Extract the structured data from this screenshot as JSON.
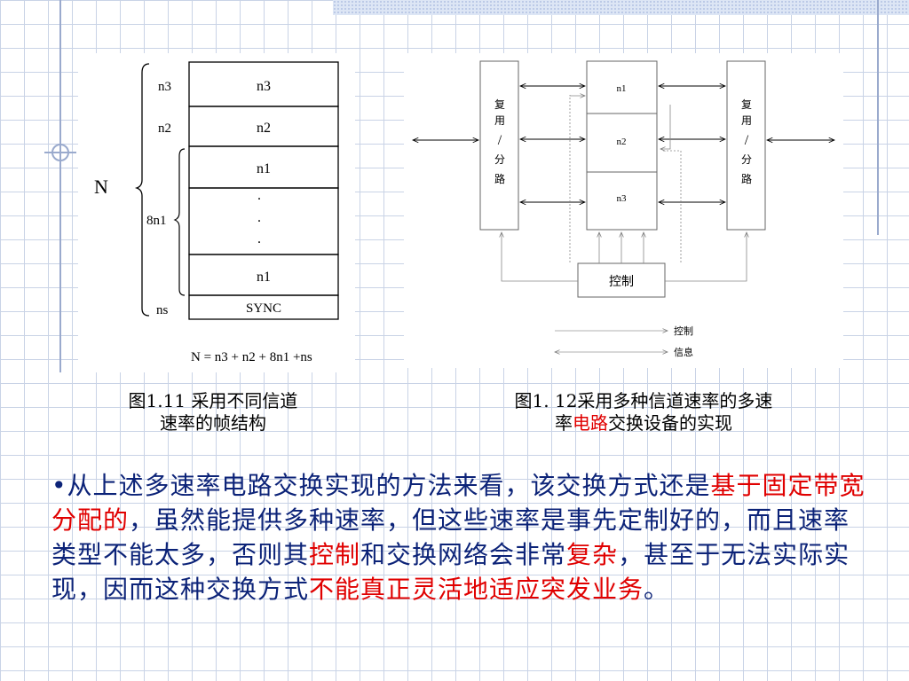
{
  "figure1": {
    "rows": [
      "n3",
      "n2",
      "n1",
      ".",
      ".",
      ".",
      "n1",
      "SYNC"
    ],
    "brace_labels": {
      "n3": "n3",
      "n2": "n2",
      "n1x8": "8n1",
      "ns": "ns",
      "N": "N"
    },
    "formula": "N = n3 + n2 + 8n1 +ns",
    "caption_line1": "图1.11  采用不同信道",
    "caption_line2": "速率的帧结构"
  },
  "figure2": {
    "mux_left": [
      "复",
      "用",
      "/",
      "分",
      "路"
    ],
    "mux_right": [
      "复",
      "用",
      "/",
      "分",
      "路"
    ],
    "channels": [
      "n1",
      "n2",
      "n3"
    ],
    "control_box": "控制",
    "legend": {
      "control": "控制",
      "info": "信息"
    },
    "caption_line1": "图1. 12采用多种信道速率的多速",
    "caption_line2_a": "率",
    "caption_line2_b": "电路",
    "caption_line2_c": "交换设备的实现"
  },
  "body": {
    "bullet": "•",
    "s1": "从上述多速率电路交换实现的方法来看，该交换方式还是",
    "s2": "基于固定带宽分配的",
    "s3": "，虽然能提供多种速率，但这些速率是事先定制好的，而且速率类型不能太多，否则其",
    "s4": "控制",
    "s5": "和交换网络会非常",
    "s6": "复杂",
    "s7": "，甚至于无法实际实现，因而这种交换方式",
    "s8": "不能真正灵活地适应",
    "s9": "突发业务",
    "s10": "。"
  }
}
